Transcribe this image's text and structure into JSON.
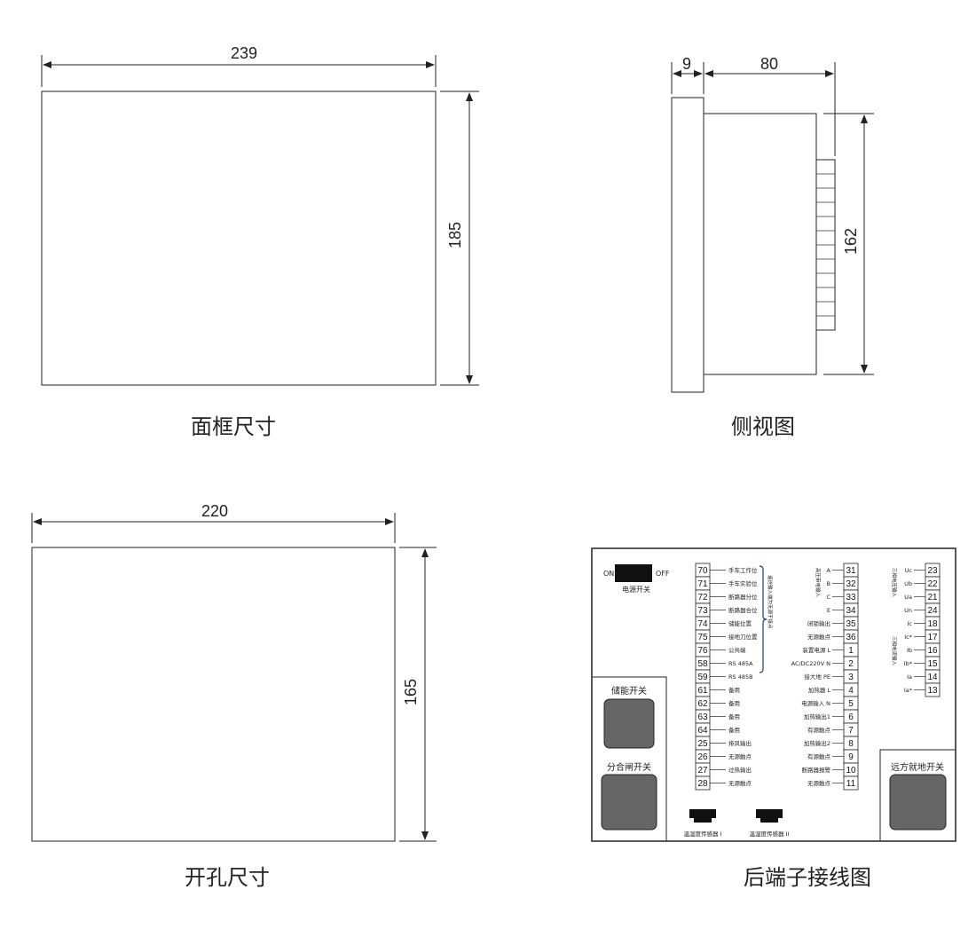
{
  "captions": {
    "front_frame": "面框尺寸",
    "side_view": "侧视图",
    "cutout": "开孔尺寸",
    "rear_wiring": "后端子接线图"
  },
  "dimensions": {
    "front_width": "239",
    "front_height": "185",
    "side_panel_depth": "9",
    "side_body_depth": "80",
    "side_body_height": "162",
    "cutout_width": "220",
    "cutout_height": "165"
  },
  "rear_panel": {
    "power_switch": {
      "on": "ON",
      "off": "OFF",
      "label": "电源开关"
    },
    "storage_switch": "储能开关",
    "open_close_switch": "分合闸开关",
    "remote_local_switch": "远方就地开关",
    "sensor_1": "温湿度传感器 I",
    "sensor_2": "温湿度传感器 II",
    "left_column": [
      {
        "num": "70",
        "label": "手车工作位"
      },
      {
        "num": "71",
        "label": "手车实验位"
      },
      {
        "num": "72",
        "label": "断路器分位"
      },
      {
        "num": "73",
        "label": "断路器合位"
      },
      {
        "num": "74",
        "label": "储能位置"
      },
      {
        "num": "75",
        "label": "接地刀位置"
      },
      {
        "num": "76",
        "label": "公共端"
      },
      {
        "num": "58",
        "label": "RS 485A"
      },
      {
        "num": "59",
        "label": "RS 485B"
      },
      {
        "num": "61",
        "label": "备用"
      },
      {
        "num": "62",
        "label": "备用"
      },
      {
        "num": "63",
        "label": "备用"
      },
      {
        "num": "64",
        "label": "备用"
      },
      {
        "num": "25",
        "label": "排风输出"
      },
      {
        "num": "26",
        "label": "无源触点"
      },
      {
        "num": "27",
        "label": "过热输出"
      },
      {
        "num": "28",
        "label": "无源触点"
      }
    ],
    "left_group_label": "遥信输入端为无源干接点",
    "middle_column": [
      {
        "num": "31",
        "label": "A"
      },
      {
        "num": "32",
        "label": "B"
      },
      {
        "num": "33",
        "label": "C"
      },
      {
        "num": "34",
        "label": "E"
      },
      {
        "num": "35",
        "label": "闭锁输出"
      },
      {
        "num": "36",
        "label": "无源触点"
      },
      {
        "num": "1",
        "label": "装置电源 L"
      },
      {
        "num": "2",
        "label": "AC/DC220V N"
      },
      {
        "num": "3",
        "label": "接大地 PE"
      },
      {
        "num": "4",
        "label": "加热器 L"
      },
      {
        "num": "5",
        "label": "电源输入 N"
      },
      {
        "num": "6",
        "label": "加热输出1"
      },
      {
        "num": "7",
        "label": "有源触点"
      },
      {
        "num": "8",
        "label": "加热输出2"
      },
      {
        "num": "9",
        "label": "有源触点"
      },
      {
        "num": "10",
        "label": "断路器报警"
      },
      {
        "num": "11",
        "label": "无源触点"
      }
    ],
    "middle_group_label": "高压带电输入",
    "right_column": [
      {
        "num": "23",
        "label": "Uc"
      },
      {
        "num": "22",
        "label": "Ub"
      },
      {
        "num": "21",
        "label": "Ua"
      },
      {
        "num": "24",
        "label": "Un"
      },
      {
        "num": "18",
        "label": "Ic"
      },
      {
        "num": "17",
        "label": "Ic*"
      },
      {
        "num": "16",
        "label": "Ib"
      },
      {
        "num": "15",
        "label": "Ib*"
      },
      {
        "num": "14",
        "label": "Ia"
      },
      {
        "num": "13",
        "label": "Ia*"
      }
    ],
    "right_group_voltage": "三相电压输入",
    "right_group_current": "三相电流输入"
  }
}
